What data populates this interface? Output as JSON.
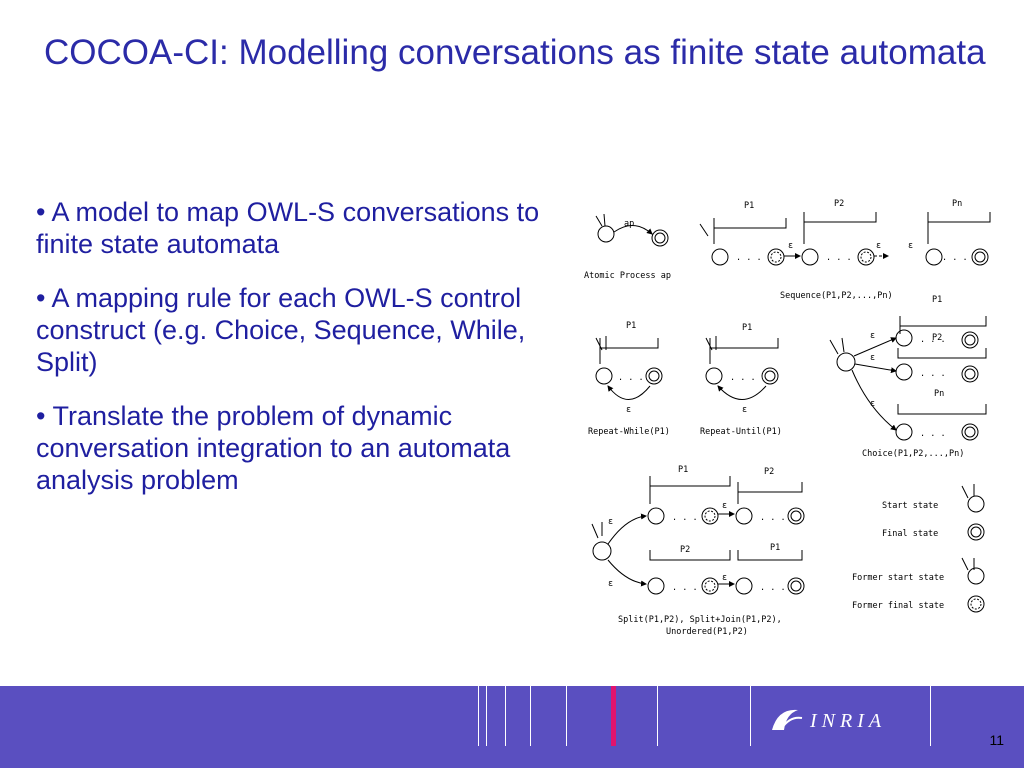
{
  "slide": {
    "title": "COCOA-CI: Modelling conversations as finite state automata",
    "bullets": [
      "• A model to map OWL-S conversations to finite state automata",
      "• A mapping rule for each OWL-S control construct (e.g. Choice, Sequence, While, Split)",
      "• Translate the problem of dynamic conversation integration to an automata analysis problem"
    ],
    "page_number": "11"
  },
  "figure": {
    "labels": {
      "ap": "ap",
      "atomic": "Atomic Process ap",
      "p1": "P1",
      "p2": "P2",
      "pn": "Pn",
      "eps": "ε",
      "dots": ". . .",
      "sequence": "Sequence(P1,P2,...,Pn)",
      "repeat_while": "Repeat-While(P1)",
      "repeat_until": "Repeat-Until(P1)",
      "choice": "Choice(P1,P2,...,Pn)",
      "split_line1": "Split(P1,P2), Split+Join(P1,P2),",
      "split_line2": "Unordered(P1,P2)",
      "start_state": "Start state",
      "final_state": "Final state",
      "former_start": "Former start state",
      "former_final": "Former final state"
    }
  },
  "footer": {
    "logo_text": "INRIA",
    "colors": {
      "band": "#5a4fc0",
      "accent": "#e0146e"
    }
  }
}
